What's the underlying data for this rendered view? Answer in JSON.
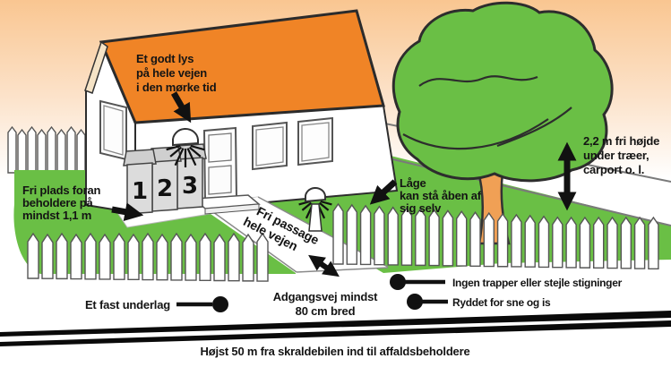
{
  "caption": {
    "text": "Højst 50 m fra skraldebilen ind til affaldsbeholdere"
  },
  "bins": {
    "labels": [
      "1",
      "2",
      "3"
    ]
  },
  "labels": {
    "good_light": {
      "lines": [
        "Et godt lys",
        "på hele vejen",
        "i den mørke tid"
      ]
    },
    "free_space": {
      "lines": [
        "Fri plads foran",
        "beholdere på",
        "mindst 1,1 m"
      ]
    },
    "free_passage": {
      "lines": [
        "Fri passage",
        "hele vejen"
      ]
    },
    "gate_open": {
      "lines": [
        "Låge",
        "kan stå åben af",
        "sig selv"
      ]
    },
    "clearance": {
      "lines": [
        "2,2 m fri højde",
        "under træer,",
        "carport o. l."
      ]
    },
    "access_width": {
      "lines": [
        "Adgangsvej mindst",
        "80 cm bred"
      ]
    },
    "no_stairs": {
      "text": "Ingen trapper eller stejle stigninger"
    },
    "cleared_snow": {
      "text": "Ryddet for sne og is"
    },
    "firm_surface": {
      "text": "Et fast underlag"
    }
  },
  "colors": {
    "sky_top": "#F9C691",
    "roof_orange": "#F08426",
    "roof_edge_cream": "#F5E3C6",
    "grass_green": "#6ABF45",
    "tree_green": "#6ABF45",
    "trunk_orange": "#F0A055",
    "bin_gray": "#DCDCDC",
    "annotation_black": "#111111"
  }
}
